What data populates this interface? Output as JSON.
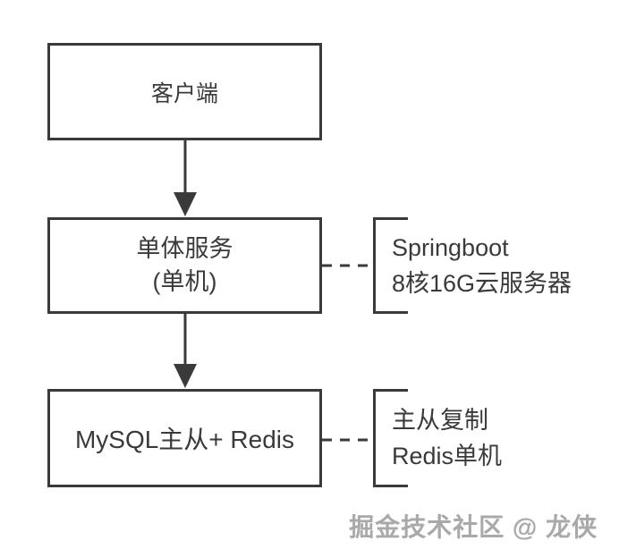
{
  "diagram": {
    "type": "architecture-flow",
    "background_color": "#ffffff",
    "stroke_color": "#3a3a3a",
    "text_color": "#3a3a3a",
    "watermark_color": "#a9a9a9",
    "nodes": [
      {
        "id": "client",
        "label": "客户端"
      },
      {
        "id": "monolith",
        "label_line1": "单体服务",
        "label_line2": "(单机)"
      },
      {
        "id": "storage",
        "label": "MySQL主从+ Redis"
      }
    ],
    "edges": [
      {
        "from": "client",
        "to": "monolith",
        "style": "solid-arrow-down"
      },
      {
        "from": "monolith",
        "to": "storage",
        "style": "solid-arrow-down"
      },
      {
        "from": "monolith",
        "to": "annotation-monolith",
        "style": "dashed"
      },
      {
        "from": "storage",
        "to": "annotation-storage",
        "style": "dashed"
      }
    ],
    "annotations": [
      {
        "id": "annotation-monolith",
        "line1": "Springboot",
        "line2": "8核16G云服务器"
      },
      {
        "id": "annotation-storage",
        "line1": "主从复制",
        "line2": "Redis单机"
      }
    ],
    "watermark": "掘金技术社区 @ 龙侠"
  }
}
